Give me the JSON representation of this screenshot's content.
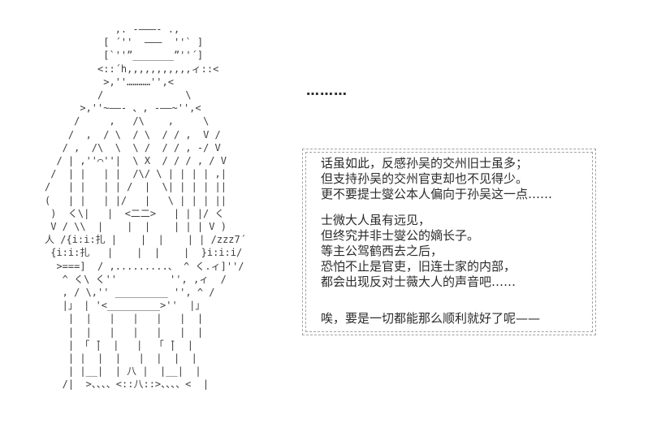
{
  "page": {
    "background_color": "#ffffff",
    "text_color": "#2b2b2b",
    "art_color": "#3d3d3d",
    "dialog_border_color": "#a3a3a3"
  },
  "ellipsis": "………",
  "ascii_art": {
    "description": "robed-official-aa-character",
    "lines": [
      "            ,. -―――- .,",
      "          [ ´''  ―――  ''` ]",
      "          [`''”_______”''´]",
      "         <::´h,,,,,,,,,,,ィ::<",
      "          >,''…………'',<",
      "         /              \\",
      "      >,''~――- 、, -――~'',<",
      "     /     ,   /\\    ,     \\",
      "    /  ,  / \\  / \\  / / ,  V /",
      "   / ,  /\\  \\  \\ /  / / , -/ V",
      "  / | ,''⌒''|  \\ X  / / / , / V",
      " /  | |   | |  /\\/ \\ | | | | ,|",
      "/   | |   | | /  |  \\| | | | ||",
      "(   | |   | |/   |   \\ | | | ||",
      " )  く\\|   |  <二二>   | | |/ く",
      " V / \\\\  |    |  |    | | | V )",
      "人 /{i:i:扎 |    |  |    | | /zzz7´",
      " {i:i:扎   |    |  |    |  }i:i:i/",
      "  >===]  / ,.........、 ^ く.ィ]''/",
      "   ^ く\\ く''         '', ,ィ  /",
      "   , / \\,'' _________ '', ^ /",
      "   |」 | '<_________>''  |」",
      "    |  |   |   |   |   |  |",
      "    |  |   |   |   |   |  |",
      "    | 「 ̄|  |   |  「 ̄|  |",
      "    | |  |  |   |  |  |  |",
      "    | |__|  | 八 |  |__|  |",
      "   /|  >、、、、<::八::>、、、、<  |"
    ]
  },
  "dialog": {
    "paragraphs": [
      [
        "话虽如此，反感孙吴的交州旧士虽多；",
        "但支持孙吴的交州官吏却也不见得少。",
        "更不要提士燮公本人偏向于孙吴这一点……"
      ],
      [
        "士微大人虽有远见，",
        "但终究并非士燮公的嫡长子。",
        "等主公驾鹤西去之后，",
        "恐怕不止是官吏，旧连士家的内部，",
        "都会出现反对士薇大人的声音吧……"
      ],
      [
        "唉，要是一切都能那么顺利就好了呢——"
      ]
    ]
  }
}
